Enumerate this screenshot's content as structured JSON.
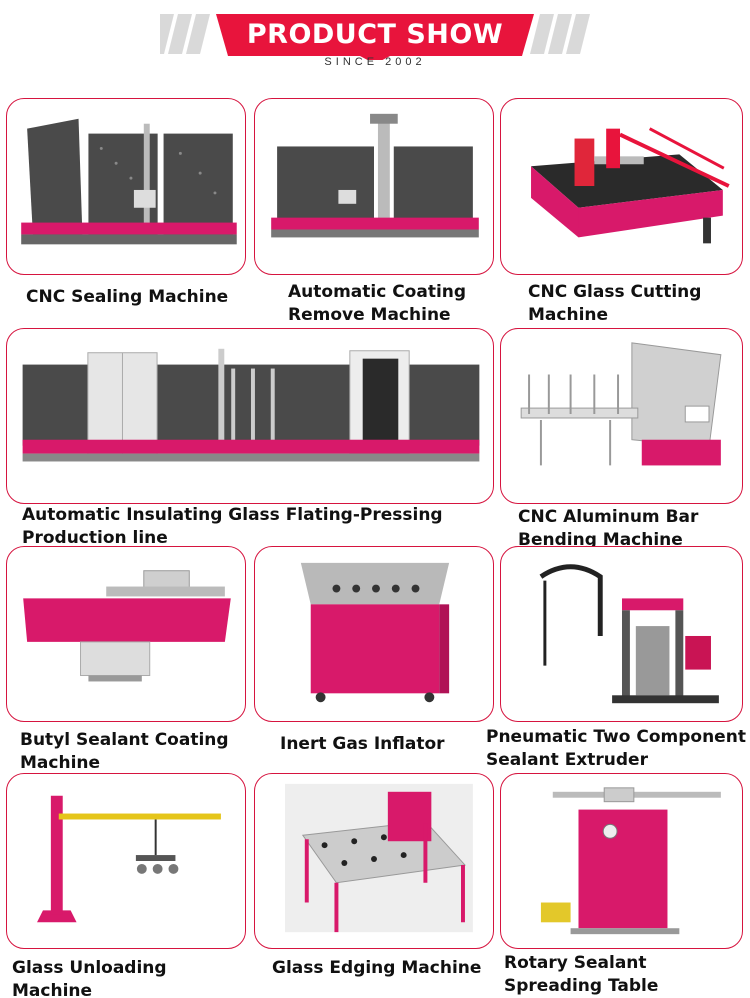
{
  "header": {
    "title": "PRODUCT SHOW",
    "subtitle": "SINCE 2002"
  },
  "colors": {
    "accent": "#e8143c",
    "machine_pink": "#d8196a",
    "machine_grey": "#4a4a4a"
  },
  "products": [
    {
      "name": "CNC Sealing Machine",
      "icon": "sealing-machine"
    },
    {
      "name": "Automatic Coating Remove Machine",
      "icon": "coating-remove-machine"
    },
    {
      "name": "CNC Glass Cutting Machine",
      "icon": "glass-cutting-machine"
    },
    {
      "name": "Automatic Insulating Glass Flating-Pressing Production line",
      "icon": "insulating-glass-line"
    },
    {
      "name": "CNC Aluminum Bar Bending Machine",
      "icon": "bar-bending-machine"
    },
    {
      "name": "Butyl Sealant Coating Machine",
      "icon": "butyl-coating-machine"
    },
    {
      "name": "Inert Gas Inflator",
      "icon": "gas-inflator"
    },
    {
      "name": "Pneumatic Two Component Sealant Extruder",
      "icon": "sealant-extruder"
    },
    {
      "name": "Glass Unloading Machine",
      "icon": "unloading-crane"
    },
    {
      "name": "Glass Edging Machine",
      "icon": "edging-machine"
    },
    {
      "name": "Rotary Sealant Spreading Table",
      "icon": "rotary-table"
    }
  ]
}
